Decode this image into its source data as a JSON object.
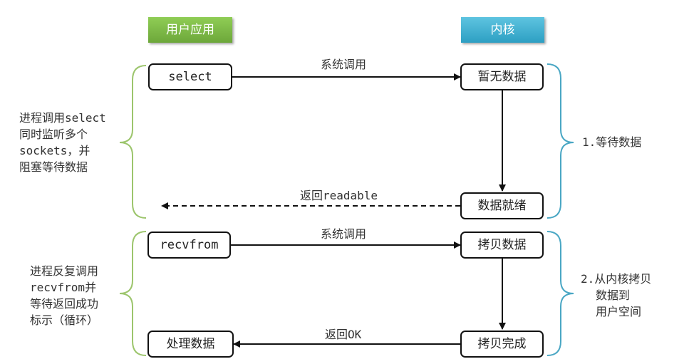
{
  "headers": {
    "user_app": "用户应用",
    "kernel": "内核"
  },
  "user_boxes": {
    "select": "select",
    "recvfrom": "recvfrom",
    "process": "处理数据"
  },
  "kernel_boxes": {
    "no_data": "暂无数据",
    "data_ready": "数据就绪",
    "copy_data": "拷贝数据",
    "copy_done": "拷贝完成"
  },
  "arrows": {
    "syscall1": "系统调用",
    "return_readable": "返回readable",
    "syscall2": "系统调用",
    "return_ok": "返回OK"
  },
  "left_notes": {
    "select_note": [
      "进程调用select",
      "同时监听多个",
      "sockets，并",
      "阻塞等待数据"
    ],
    "recv_note": [
      "进程反复调用",
      "recvfrom并",
      "等待返回成功",
      "标示（循环）"
    ]
  },
  "right_notes": {
    "phase1": "1.等待数据",
    "phase2": [
      "2.从内核拷贝",
      "数据到",
      "用户空间"
    ]
  },
  "colors": {
    "green": "#9cc56c",
    "blue": "#4aa7c4",
    "user_header": "#7ab847",
    "kernel_header": "#3bb0d2"
  }
}
